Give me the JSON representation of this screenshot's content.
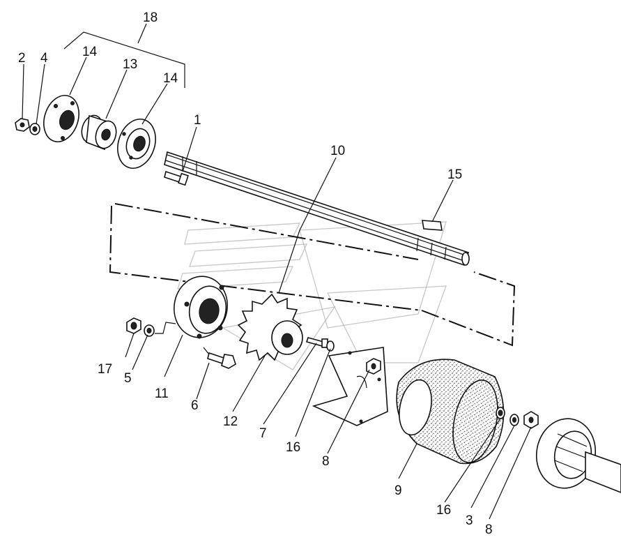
{
  "diagram": {
    "callouts": [
      {
        "id": "c18",
        "text": "18"
      },
      {
        "id": "c2",
        "text": "2"
      },
      {
        "id": "c4",
        "text": "4"
      },
      {
        "id": "c14a",
        "text": "14"
      },
      {
        "id": "c13",
        "text": "13"
      },
      {
        "id": "c14b",
        "text": "14"
      },
      {
        "id": "c1",
        "text": "1"
      },
      {
        "id": "c10",
        "text": "10"
      },
      {
        "id": "c15",
        "text": "15"
      },
      {
        "id": "c17",
        "text": "17"
      },
      {
        "id": "c5",
        "text": "5"
      },
      {
        "id": "c11",
        "text": "11"
      },
      {
        "id": "c6",
        "text": "6"
      },
      {
        "id": "c12",
        "text": "12"
      },
      {
        "id": "c7",
        "text": "7"
      },
      {
        "id": "c16a",
        "text": "16"
      },
      {
        "id": "c8a",
        "text": "8"
      },
      {
        "id": "c9",
        "text": "9"
      },
      {
        "id": "c16b",
        "text": "16"
      },
      {
        "id": "c3",
        "text": "3"
      },
      {
        "id": "c8b",
        "text": "8"
      }
    ]
  }
}
